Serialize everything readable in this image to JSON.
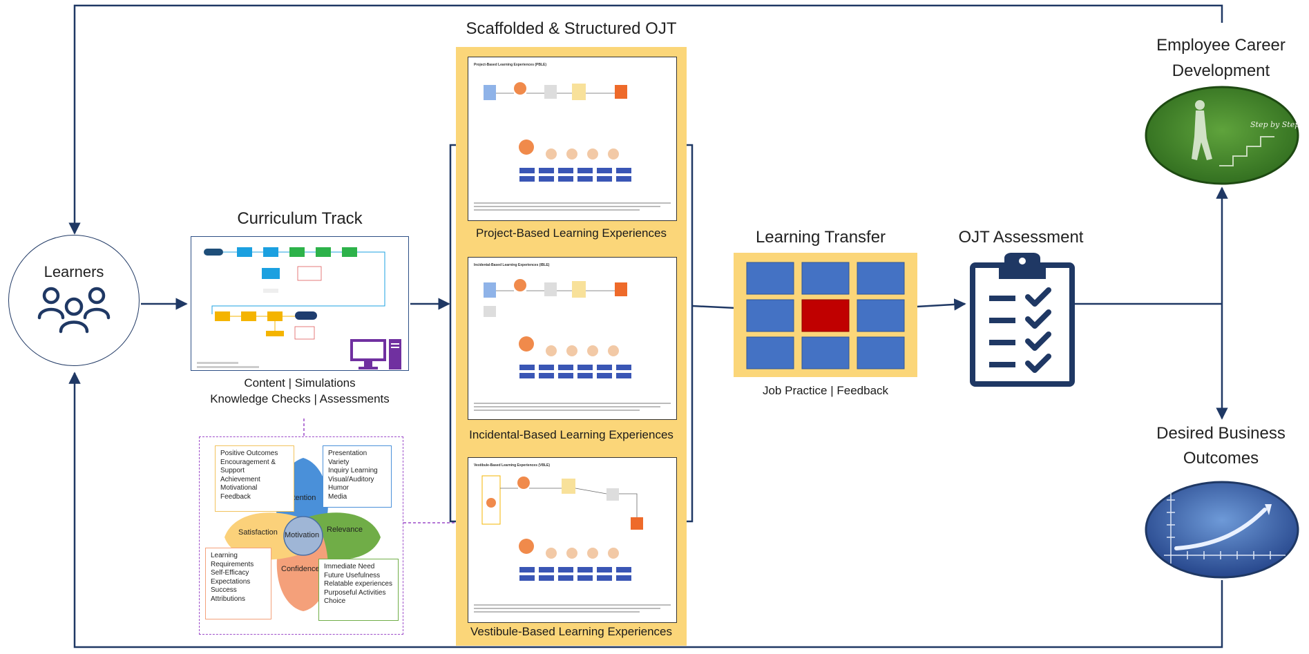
{
  "learners": {
    "label": "Learners",
    "icon": "people-group-icon"
  },
  "curriculum": {
    "title": "Curriculum Track",
    "caption_line1": "Content | Simulations",
    "caption_line2": "Knowledge Checks | Assessments",
    "icon": "computer-icon"
  },
  "ojt": {
    "title": "Scaffolded & Structured OJT",
    "panels": [
      {
        "label": "Project-Based Learning Experiences",
        "mini_title": "Project-Based Learning Experiences (PBLE)"
      },
      {
        "label": "Incidental-Based Learning Experiences",
        "mini_title": "Incidental-Based Learning Experiences (IBLE)"
      },
      {
        "label": "Vestibule-Based Learning Experiences",
        "mini_title": "Vestibule-Based Learning Experiences (VBLE)"
      }
    ]
  },
  "arcs": {
    "center": "Motivation",
    "attention": "Attention",
    "relevance": "Relevance",
    "confidence": "Confidence",
    "satisfaction": "Satisfaction",
    "satisfaction_items": [
      "Positive Outcomes",
      "Encouragement &",
      "Support",
      "Achievement",
      "Motivational",
      "Feedback"
    ],
    "attention_items": [
      "Presentation",
      "Variety",
      "Inquiry Learning",
      "Visual/Auditory",
      "Humor",
      "Media"
    ],
    "confidence_items": [
      "Learning",
      "Requirements",
      "Self-Efficacy",
      "Expectations",
      "Success",
      "Attributions"
    ],
    "relevance_items": [
      "Immediate Need",
      "Future Usefulness",
      "Relatable experiences",
      "Purposeful Activities",
      "Choice"
    ]
  },
  "transfer": {
    "title": "Learning Transfer",
    "caption": "Job Practice | Feedback",
    "colors": {
      "cell": "#4472c4",
      "center": "#c00000",
      "frame": "#fbd679"
    }
  },
  "assessment": {
    "title": "OJT Assessment",
    "icon": "clipboard-checklist-icon"
  },
  "career": {
    "title_line1": "Employee Career",
    "title_line2": "Development",
    "image_text": "Step by Step"
  },
  "business": {
    "title_line1": "Desired Business",
    "title_line2": "Outcomes"
  },
  "colors": {
    "line": "#1f3864",
    "accent": "#2e4a7d"
  }
}
